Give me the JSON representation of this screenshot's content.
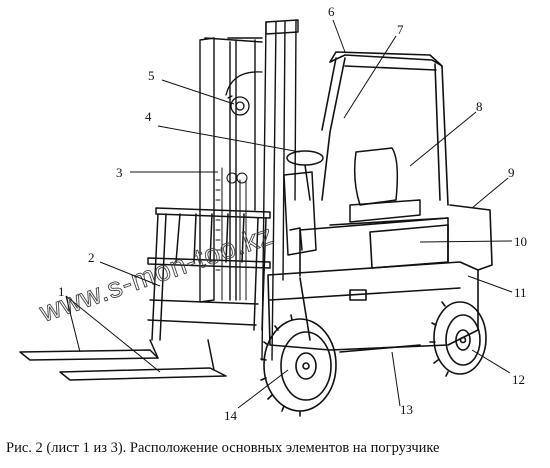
{
  "caption": "Рис. 2 (лист 1 из 3). Расположение основных элементов на погрузчике",
  "watermark": "www.s-mon-too.kz",
  "callouts": [
    "1",
    "2",
    "3",
    "4",
    "5",
    "6",
    "7",
    "8",
    "9",
    "10",
    "11",
    "12",
    "13",
    "14"
  ],
  "colors": {
    "ink": "#111111",
    "background": "#ffffff"
  }
}
